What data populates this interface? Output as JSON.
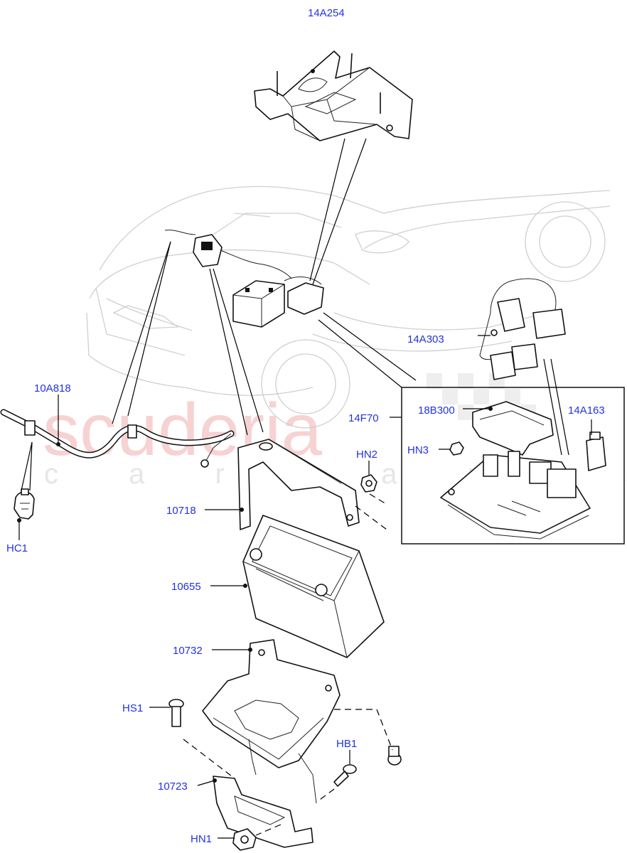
{
  "watermark": {
    "brand": "scuderia",
    "sub": "c a r   p a r t s"
  },
  "callouts": {
    "c14A254": "14A254",
    "c10A818": "10A818",
    "c14A303": "14A303",
    "c14F70": "14F70",
    "c18B300": "18B300",
    "c14A163": "14A163",
    "cHN3": "HN3",
    "cHN2": "HN2",
    "c10718": "10718",
    "cHC1": "HC1",
    "c10655": "10655",
    "c10732": "10732",
    "cHS1": "HS1",
    "cHB1": "HB1",
    "c10723": "10723",
    "cHN1": "HN1"
  },
  "colors": {
    "label": "#2233dd",
    "watermark": "#f7d2d2"
  }
}
